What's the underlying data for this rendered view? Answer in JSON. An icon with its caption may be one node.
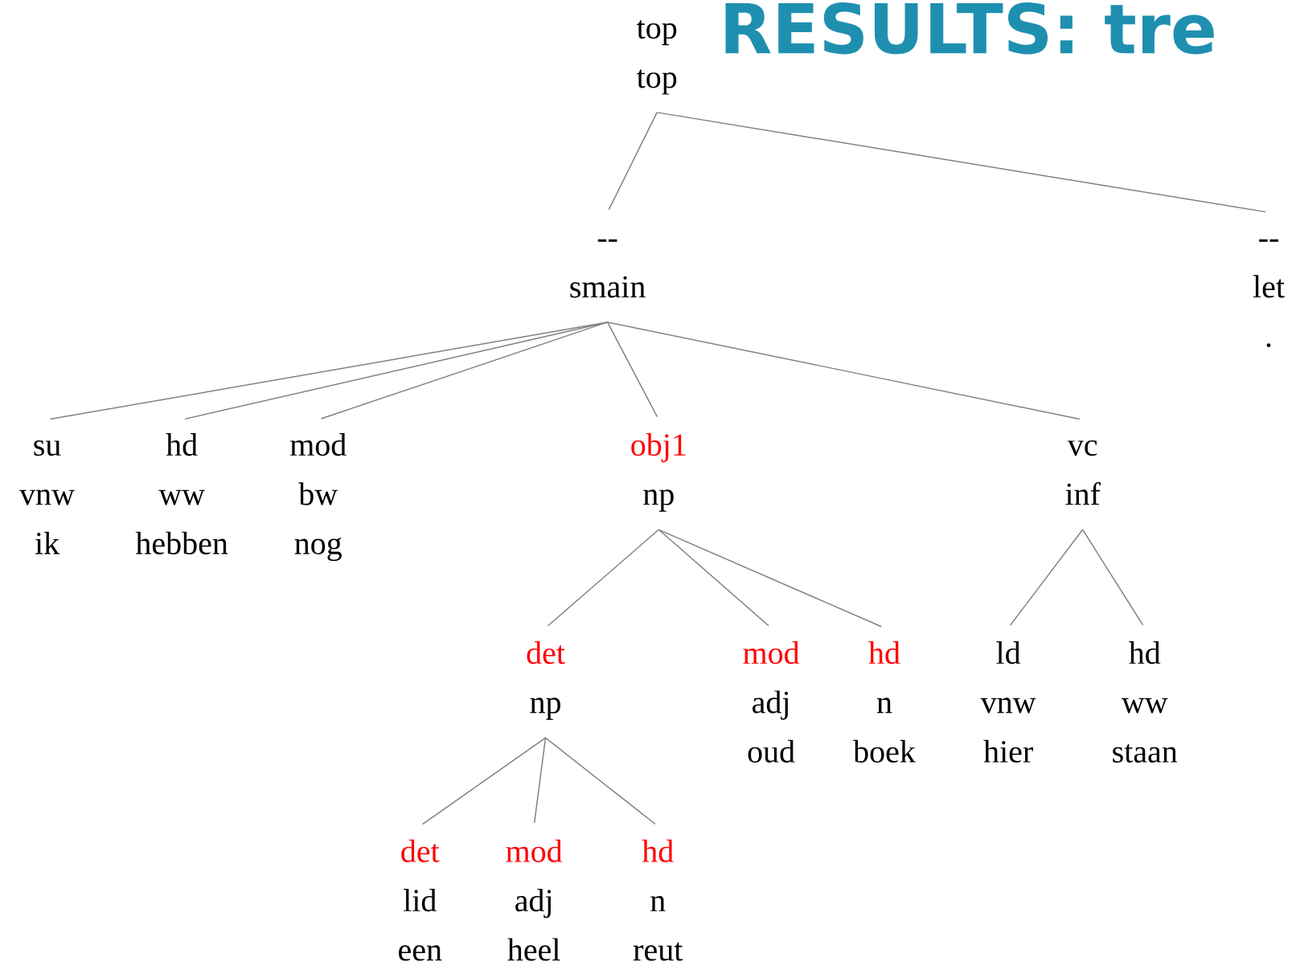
{
  "diagram": {
    "title": "RESULTS: tre",
    "nodes": [
      {
        "text": [
          "top",
          "top"
        ]
      },
      {
        "text": [
          "--",
          "smain"
        ]
      },
      {
        "text": [
          "--",
          "let",
          "."
        ]
      },
      {
        "text": [
          "su",
          "vnw",
          "ik"
        ]
      },
      {
        "text": [
          "hd",
          "ww",
          "hebben"
        ]
      },
      {
        "text": [
          "mod",
          "bw",
          "nog"
        ]
      },
      {
        "text": [
          "obj1",
          "np"
        ]
      },
      {
        "text": [
          "vc",
          "inf"
        ]
      },
      {
        "text": [
          "det",
          "np"
        ]
      },
      {
        "text": [
          "mod",
          "adj",
          "oud"
        ]
      },
      {
        "text": [
          "hd",
          "n",
          "boek"
        ]
      },
      {
        "text": [
          "ld",
          "vnw",
          "hier"
        ]
      },
      {
        "text": [
          "hd",
          "ww",
          "staan"
        ]
      },
      {
        "text": [
          "det",
          "lid",
          "een"
        ]
      },
      {
        "text": [
          "mod",
          "adj",
          "heel"
        ]
      },
      {
        "text": [
          "hd",
          "n",
          "reut"
        ]
      }
    ],
    "edges": [
      {
        "from": 0,
        "to": 1,
        "arrow": "none"
      },
      {
        "from": 0,
        "to": 2,
        "arrow": "none"
      },
      {
        "from": 1,
        "to": 3,
        "arrow": "none"
      },
      {
        "from": 1,
        "to": 4,
        "arrow": "none"
      },
      {
        "from": 1,
        "to": 5,
        "arrow": "none"
      },
      {
        "from": 1,
        "to": 6,
        "arrow": "none"
      },
      {
        "from": 1,
        "to": 7,
        "arrow": "none"
      },
      {
        "from": 6,
        "to": 8,
        "arrow": "none"
      },
      {
        "from": 6,
        "to": 9,
        "arrow": "none"
      },
      {
        "from": 6,
        "to": 10,
        "arrow": "none"
      },
      {
        "from": 7,
        "to": 11,
        "arrow": "none"
      },
      {
        "from": 7,
        "to": 12,
        "arrow": "none"
      },
      {
        "from": 8,
        "to": 13,
        "arrow": "none"
      },
      {
        "from": 8,
        "to": 14,
        "arrow": "none"
      },
      {
        "from": 8,
        "to": 15,
        "arrow": "none"
      }
    ]
  }
}
